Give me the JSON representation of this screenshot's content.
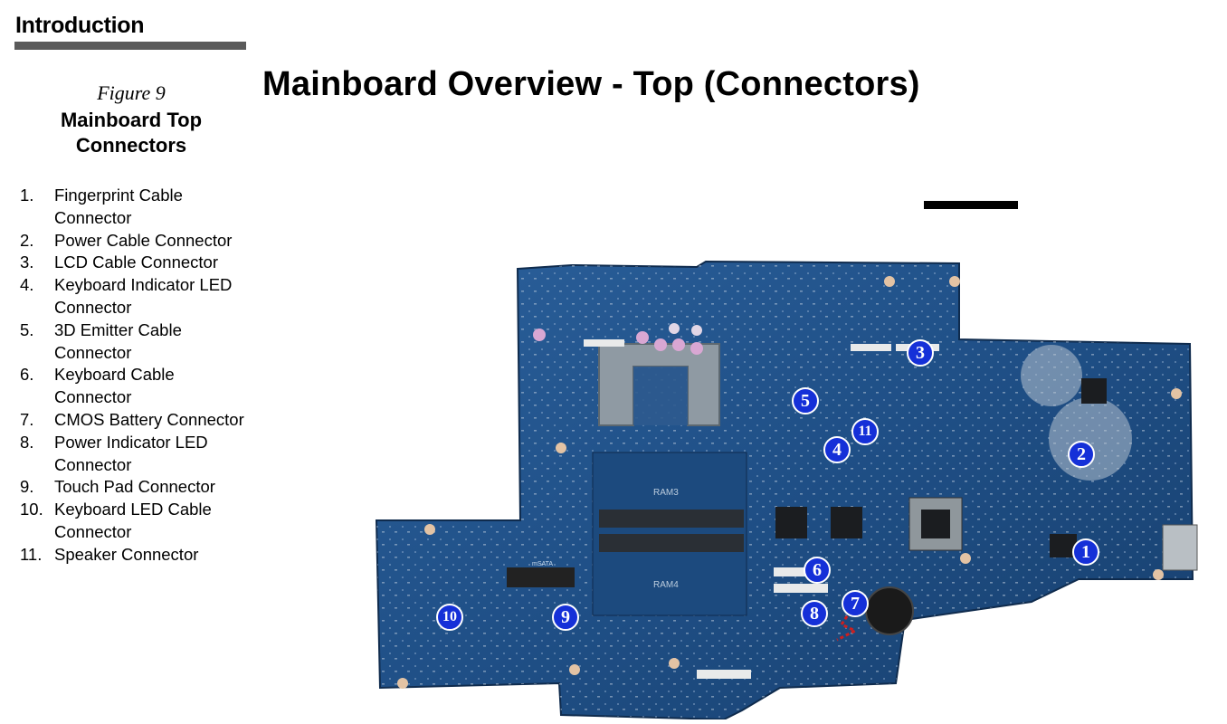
{
  "header": {
    "section": "Introduction"
  },
  "figure": {
    "label": "Figure 9",
    "title_line1": "Mainboard Top",
    "title_line2": "Connectors"
  },
  "page_title": "Mainboard Overview - Top (Connectors)",
  "legend": [
    {
      "num": "1.",
      "text": "Fingerprint Cable Connector"
    },
    {
      "num": "2.",
      "text": "Power Cable Connector"
    },
    {
      "num": "3.",
      "text": "LCD Cable Connector"
    },
    {
      "num": "4.",
      "text": "Keyboard Indicator LED Connector"
    },
    {
      "num": "5.",
      "text": "3D Emitter Cable Connector"
    },
    {
      "num": "6.",
      "text": "Keyboard Cable Connector"
    },
    {
      "num": "7.",
      "text": "CMOS Battery Connector"
    },
    {
      "num": "8.",
      "text": "Power Indicator LED Connector"
    },
    {
      "num": "9.",
      "text": "Touch Pad Connector"
    },
    {
      "num": "10.",
      "text": "Keyboard LED Cable Connector"
    },
    {
      "num": "11.",
      "text": "Speaker Connector"
    }
  ],
  "board": {
    "silkscreen": {
      "ram_top": "RAM3",
      "ram_bottom": "RAM4",
      "msata": "mSATA"
    },
    "callouts": [
      "1",
      "2",
      "3",
      "4",
      "5",
      "6",
      "7",
      "8",
      "9",
      "10",
      "11"
    ]
  },
  "colors": {
    "pcb": "#1f4f86",
    "pcb_dark": "#163c68",
    "callout": "#1530d8",
    "rule": "#5a5a5a"
  }
}
